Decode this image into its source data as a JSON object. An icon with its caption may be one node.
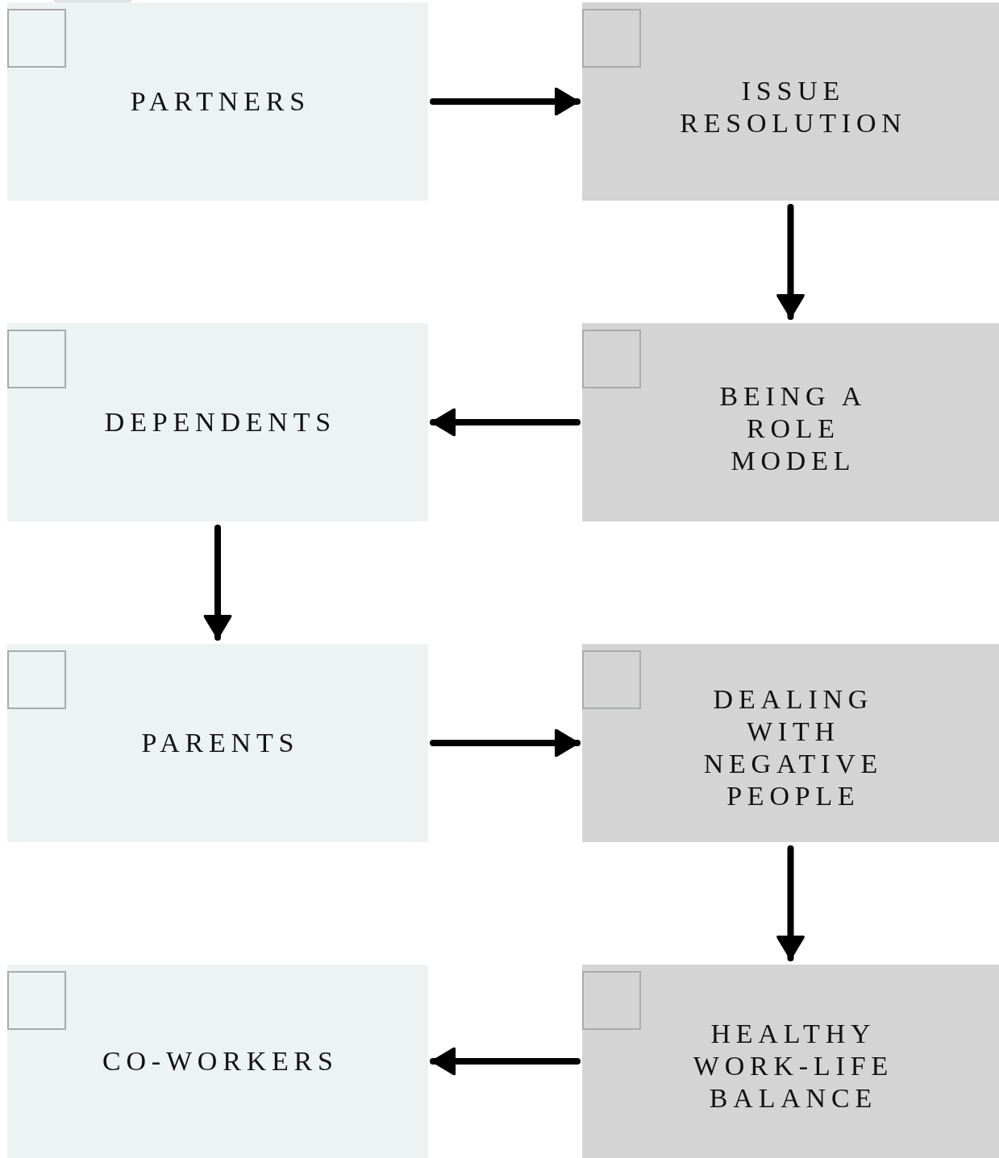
{
  "diagram": {
    "nodes": [
      {
        "text": [
          "PARTNERS"
        ]
      },
      {
        "text": [
          "ISSUE RESOLUTION"
        ]
      },
      {
        "text": [
          "DEPENDENTS"
        ]
      },
      {
        "text": [
          "BEING A ROLE MODEL"
        ]
      },
      {
        "text": [
          "PARENTS"
        ]
      },
      {
        "text": [
          "DEALING WITH NEGATIVE PEOPLE"
        ]
      },
      {
        "text": [
          "CO-WORKERS"
        ]
      },
      {
        "text": [
          "HEALTHY WORK-LIFE BALANCE"
        ]
      }
    ],
    "edges": [
      {
        "from": 0,
        "to": 1,
        "arrow": "to"
      },
      {
        "from": 1,
        "to": 3,
        "arrow": "to"
      },
      {
        "from": 3,
        "to": 2,
        "arrow": "to"
      },
      {
        "from": 2,
        "to": 4,
        "arrow": "to"
      },
      {
        "from": 4,
        "to": 5,
        "arrow": "to"
      },
      {
        "from": 5,
        "to": 7,
        "arrow": "to"
      },
      {
        "from": 7,
        "to": 6,
        "arrow": "to"
      }
    ]
  }
}
